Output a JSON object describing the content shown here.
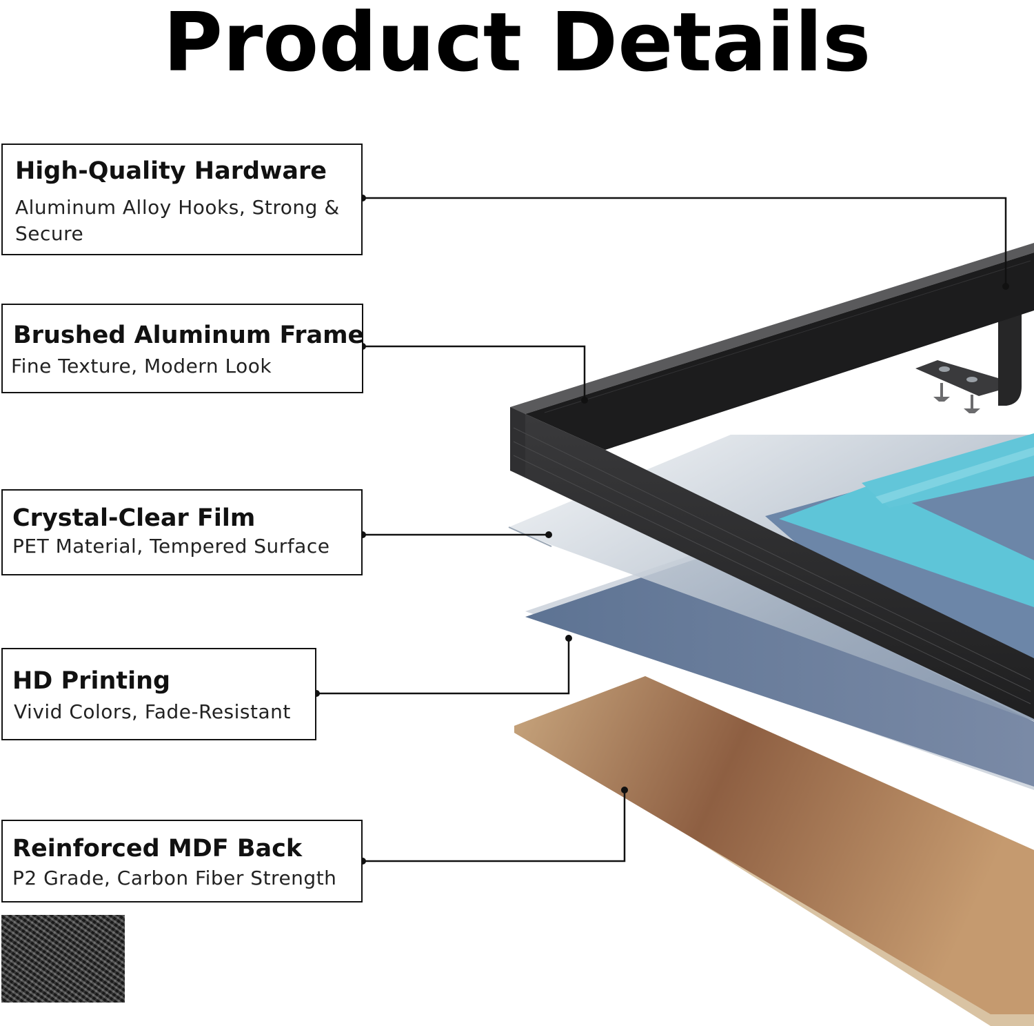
{
  "title": "Product Details",
  "features": [
    {
      "heading": "High-Quality Hardware",
      "description": "Aluminum Alloy Hooks, Strong & Secure"
    },
    {
      "heading": "Brushed Aluminum Frame",
      "description": "Fine Texture, Modern Look"
    },
    {
      "heading": "Crystal-Clear Film",
      "description": "PET Material, Tempered Surface"
    },
    {
      "heading": "HD Printing",
      "description": "Vivid Colors, Fade-Resistant"
    },
    {
      "heading": "Reinforced MDF Back",
      "description": "P2 Grade, Carbon Fiber Strength"
    }
  ],
  "colors": {
    "frame": "#2a2a2b",
    "print_blue": "#687c98",
    "print_cyan": "#5ec5d8",
    "mdf_back": "#b98d62",
    "callout_line": "#111111"
  }
}
